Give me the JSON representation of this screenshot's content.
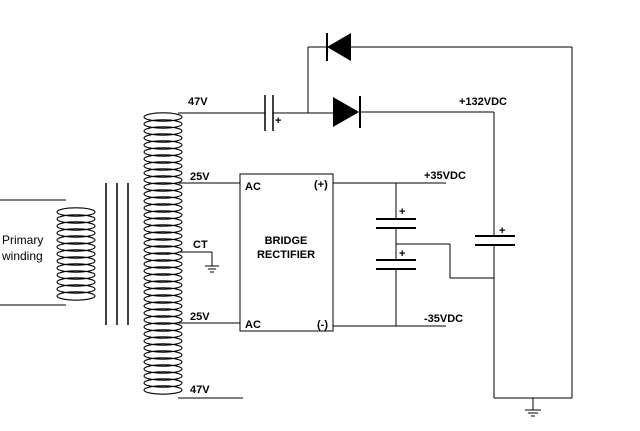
{
  "primary": {
    "label_line1": "Primary",
    "label_line2": "winding"
  },
  "taps": {
    "top": "47V",
    "upper": "25V",
    "center": "CT",
    "lower": "25V",
    "bottom": "47V"
  },
  "rectifier": {
    "title_line1": "BRIDGE",
    "title_line2": "RECTIFIER",
    "ac_top": "AC",
    "ac_bottom": "AC",
    "pos": "(+)",
    "neg": "(-)"
  },
  "outputs": {
    "high": "+132VDC",
    "pos": "+35VDC",
    "neg": "-35VDC"
  },
  "polarity": {
    "series_cap": "+",
    "filter_cap_top": "+",
    "filter_cap_bottom": "+",
    "hv_cap": "+"
  }
}
